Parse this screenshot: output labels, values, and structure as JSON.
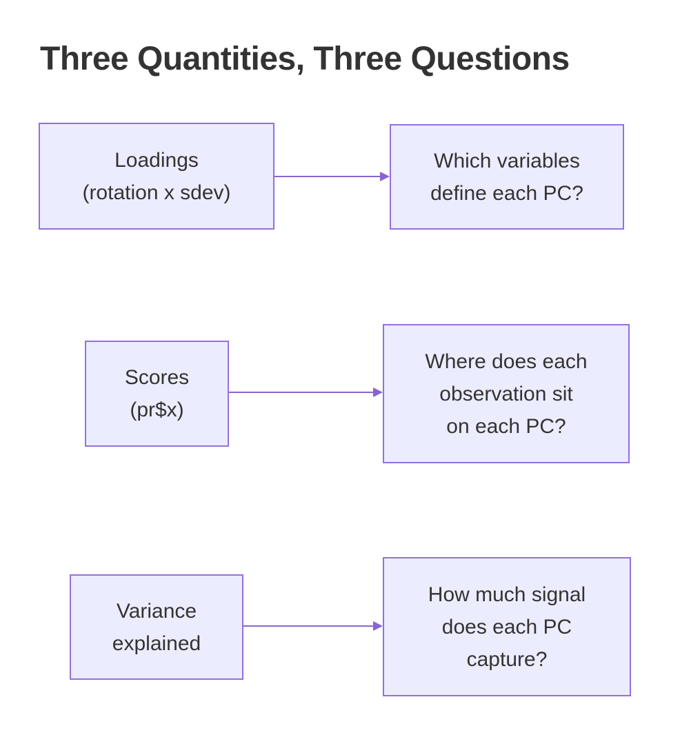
{
  "title": "Three Quantities, Three Questions",
  "colors": {
    "background": "#FFFFFF",
    "node_fill": "#ECECFF",
    "node_border": "#9370DB",
    "arrow": "#8A63D2",
    "text": "#333333"
  },
  "diagram": {
    "type": "flowchart-left-to-right",
    "rows": [
      {
        "source": {
          "id": "loadings",
          "lines": [
            "Loadings",
            "(rotation x sdev)"
          ]
        },
        "target": {
          "id": "question-loadings",
          "lines": [
            "Which variables",
            "define each PC?"
          ]
        }
      },
      {
        "source": {
          "id": "scores",
          "lines": [
            "Scores",
            "(pr$x)"
          ]
        },
        "target": {
          "id": "question-scores",
          "lines": [
            "Where does each",
            "observation sit",
            "on each PC?"
          ]
        }
      },
      {
        "source": {
          "id": "variance",
          "lines": [
            "Variance",
            "explained"
          ]
        },
        "target": {
          "id": "question-variance",
          "lines": [
            "How much signal",
            "does each PC",
            "capture?"
          ]
        }
      }
    ]
  }
}
